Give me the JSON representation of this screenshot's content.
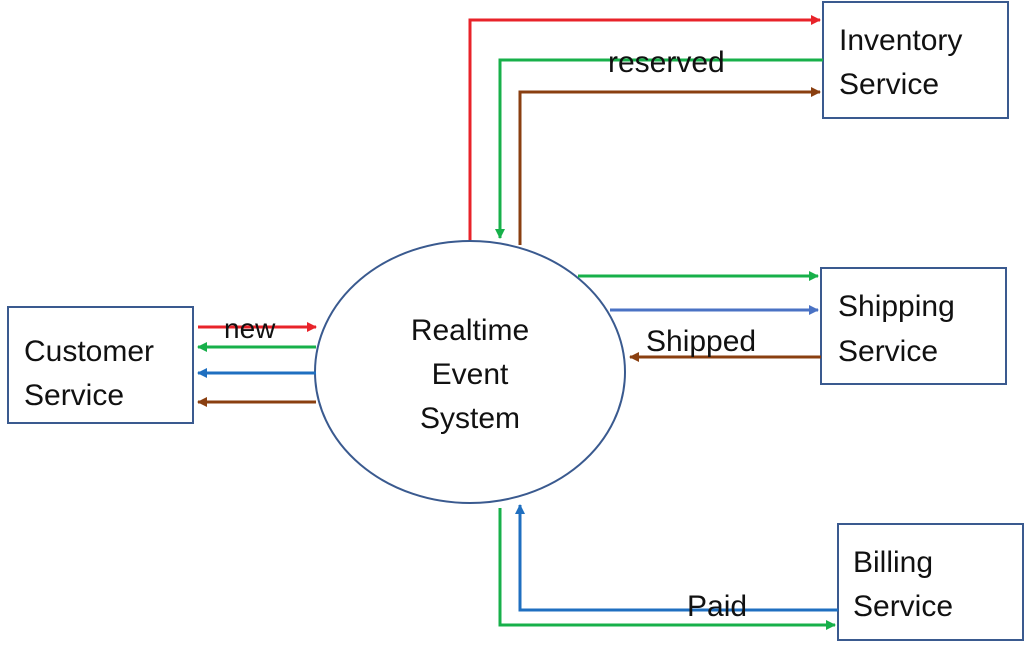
{
  "nodes": {
    "customer": {
      "line1": "Customer",
      "line2": "Service"
    },
    "event_system": {
      "line1": "Realtime",
      "line2": "Event",
      "line3": "System"
    },
    "inventory": {
      "line1": "Inventory",
      "line2": "Service"
    },
    "shipping": {
      "line1": "Shipping",
      "line2": "Service"
    },
    "billing": {
      "line1": "Billing",
      "line2": "Service"
    }
  },
  "edge_labels": {
    "new": "new",
    "reserved": "reserved",
    "shipped": "Shipped",
    "paid": "Paid"
  },
  "colors": {
    "red": "#e8232a",
    "green": "#17b04a",
    "blue": "#1f6fc0",
    "steel_blue": "#4a72c4",
    "brown": "#8a3f10",
    "border": "#3a5a8f"
  }
}
